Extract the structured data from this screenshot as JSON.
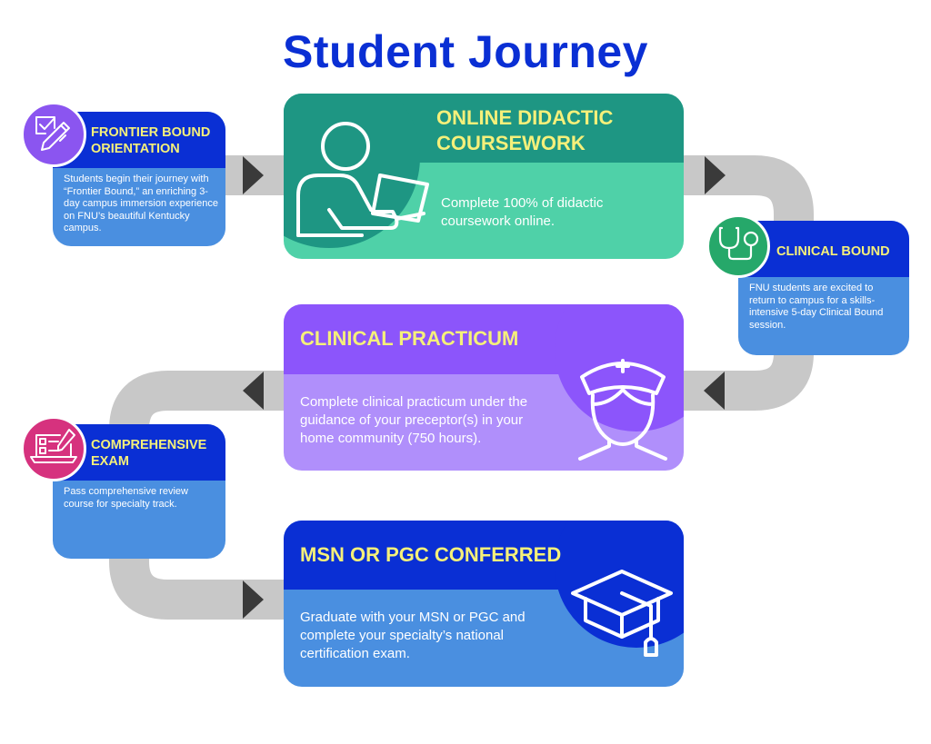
{
  "title": "Student Journey",
  "colors": {
    "title": "#0a2fd4",
    "connector": "#c8c8c8",
    "arrow": "#3a3a3a",
    "heading_text": "#f5f07a",
    "small_card_header": "#0a2fd4",
    "small_card_body": "#4a8fe0"
  },
  "steps": [
    {
      "id": "frontier-bound",
      "heading": "FRONTIER BOUND ORIENTATION",
      "heading_lines": [
        "FRONTIER BOUND",
        "ORIENTATION"
      ],
      "body": "Students begin their journey with “Frontier Bound,” an enriching 3-day campus immersion experience on FNU’s beautiful Kentucky campus.",
      "icon": "checklist-pen-icon",
      "icon_color": "#8b55f0"
    },
    {
      "id": "online-didactic",
      "heading": "ONLINE DIDACTIC COURSEWORK",
      "heading_lines": [
        "ONLINE DIDACTIC",
        "COURSEWORK"
      ],
      "body": "Complete 100% of didactic coursework online.",
      "icon": "person-laptop-icon",
      "header_color": "#1e9683",
      "body_color": "#4fd1a8"
    },
    {
      "id": "clinical-bound",
      "heading": "CLINICAL BOUND",
      "body": "FNU students are excited to return to campus for a skills-intensive 5-day Clinical Bound session.",
      "icon": "stethoscope-icon",
      "icon_color": "#26a86a"
    },
    {
      "id": "clinical-practicum",
      "heading": "CLINICAL PRACTICUM",
      "body": "Complete clinical practicum under the guidance of your preceptor(s) in your home community (750 hours).",
      "icon": "nurse-icon",
      "header_color": "#8c55fb",
      "body_color": "#b08ffb"
    },
    {
      "id": "comprehensive-exam",
      "heading": "COMPREHENSIVE EXAM",
      "heading_lines": [
        "COMPREHENSIVE",
        "EXAM"
      ],
      "body": "Pass comprehensive review course for specialty track.",
      "icon": "laptop-checklist-icon",
      "icon_color": "#d6327e"
    },
    {
      "id": "msn-pgc-conferred",
      "heading": "MSN OR PGC CONFERRED",
      "body": "Graduate with your MSN or PGC and complete your specialty’s national certification exam.",
      "icon": "graduation-cap-icon",
      "header_color": "#0a2fd4",
      "body_color": "#4a8fe0"
    }
  ]
}
